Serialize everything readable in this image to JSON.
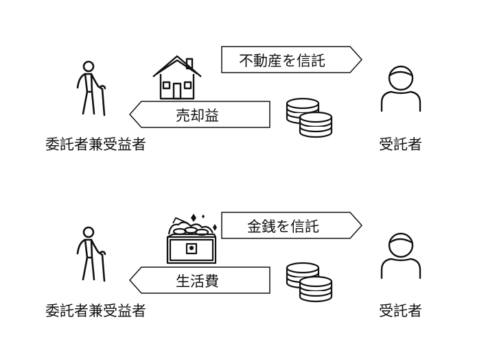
{
  "panel_top": {
    "trust_arrow_label": "不動産を信託",
    "return_arrow_label": "売却益",
    "left_party_label": "委託者兼受益者",
    "right_party_label": "受託者",
    "asset_icon": "house-icon",
    "payment_icon": "coins-icon"
  },
  "panel_bottom": {
    "trust_arrow_label": "金銭を信託",
    "return_arrow_label": "生活費",
    "left_party_label": "委託者兼受益者",
    "right_party_label": "受託者",
    "asset_icon": "treasure-chest-icon",
    "payment_icon": "coins-icon"
  }
}
